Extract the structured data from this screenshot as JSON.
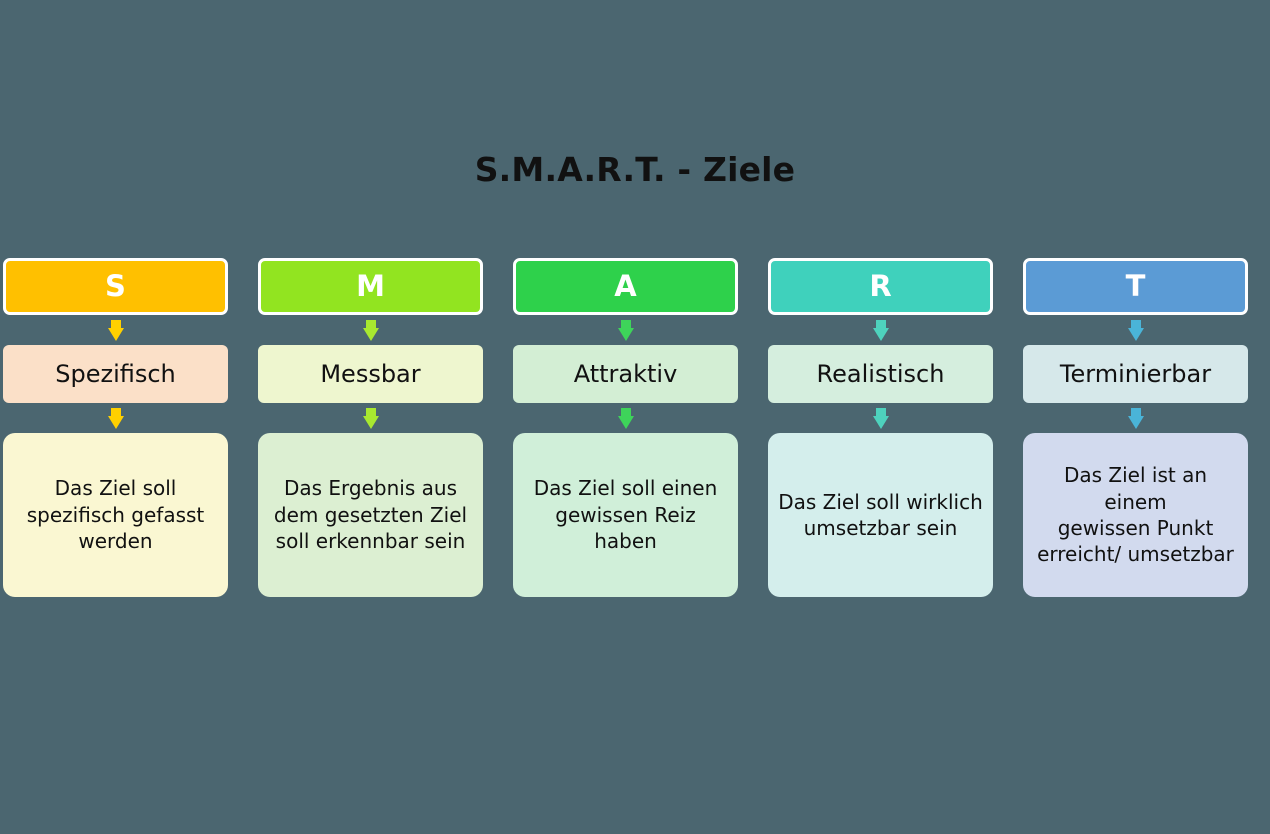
{
  "background_color": "#4b6670",
  "title": "S.M.A.R.T. - Ziele",
  "columns": [
    {
      "letter": "S",
      "label": "Spezifisch",
      "description": "Das Ziel soll\nspezifisch gefasst\nwerden",
      "header_color": "#ffc000",
      "arrow_color": "#ffd000",
      "mid_color": "#fbe0c8",
      "body_color": "#faf7d2"
    },
    {
      "letter": "M",
      "label": "Messbar",
      "description": "Das Ergebnis aus\ndem gesetzten Ziel\nsoll erkennbar sein",
      "header_color": "#92e420",
      "arrow_color": "#a8e830",
      "mid_color": "#eef6cf",
      "body_color": "#dcefd2"
    },
    {
      "letter": "A",
      "label": "Attraktiv",
      "description": "Das Ziel soll einen\ngewissen Reiz haben",
      "header_color": "#2ed14b",
      "arrow_color": "#3ed45a",
      "mid_color": "#d3eed4",
      "body_color": "#d0efd9"
    },
    {
      "letter": "R",
      "label": "Realistisch",
      "description": "Das Ziel soll wirklich\numsetzbar sein",
      "header_color": "#3fd1bc",
      "arrow_color": "#4ed2bd",
      "mid_color": "#d5eede",
      "body_color": "#d4eeec"
    },
    {
      "letter": "T",
      "label": "Terminierbar",
      "description": "Das Ziel ist an einem\ngewissen Punkt\nerreicht/ umsetzbar",
      "header_color": "#5b9bd5",
      "arrow_color": "#4ab4d8",
      "mid_color": "#d6e8ea",
      "body_color": "#d2daee"
    }
  ]
}
